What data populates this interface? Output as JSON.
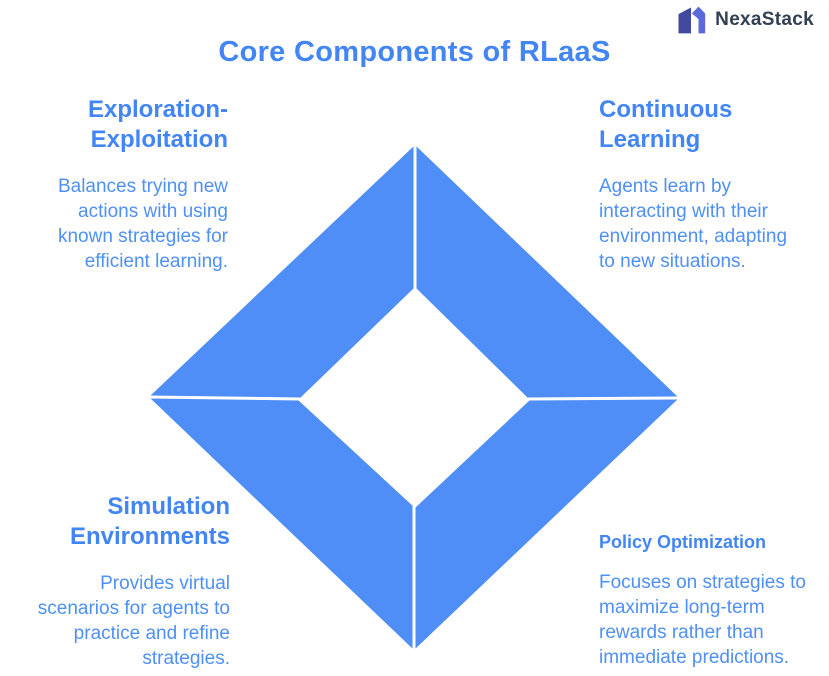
{
  "brand": {
    "name": "NexaStack",
    "logo_icon": "nexastack-logo-icon"
  },
  "title": "Core Components of RLaaS",
  "colors": {
    "title_blue": "#4285f4",
    "heading_blue": "#4285f4",
    "body_blue": "#4e90f5",
    "diamond_blue": "#4f8df7",
    "divider_white": "#ffffff",
    "logo_left_indigo": "#414a9e",
    "logo_right_blue": "#5c6ad9",
    "brand_text": "#333f52",
    "background": "#ffffff"
  },
  "diagram": {
    "type": "diamond-quadrant-infographic",
    "shape": "diamond with white inner diamond cutout, split into four segments by white lines"
  },
  "quadrants": [
    {
      "position": "top-left",
      "name": "Exploration-Exploitation",
      "heading_lines": [
        "Exploration-",
        "Exploitation"
      ],
      "description_lines": [
        "Balances trying new",
        "actions with using",
        "known strategies for",
        "efficient learning."
      ]
    },
    {
      "position": "top-right",
      "name": "Continuous Learning",
      "heading_lines": [
        "Continuous",
        "Learning"
      ],
      "description_lines": [
        "Agents learn by",
        "interacting with their",
        "environment, adapting",
        "to new situations."
      ]
    },
    {
      "position": "bottom-left",
      "name": "Simulation Environments",
      "heading_lines": [
        "Simulation",
        "Environments"
      ],
      "description_lines": [
        "Provides virtual",
        "scenarios for agents to",
        "practice and refine",
        "strategies."
      ]
    },
    {
      "position": "bottom-right",
      "name": "Policy Optimization",
      "heading_lines": [
        "Policy Optimization"
      ],
      "description_lines": [
        "Focuses on strategies to",
        "maximize long-term",
        "rewards rather than",
        "immediate predictions."
      ]
    }
  ]
}
